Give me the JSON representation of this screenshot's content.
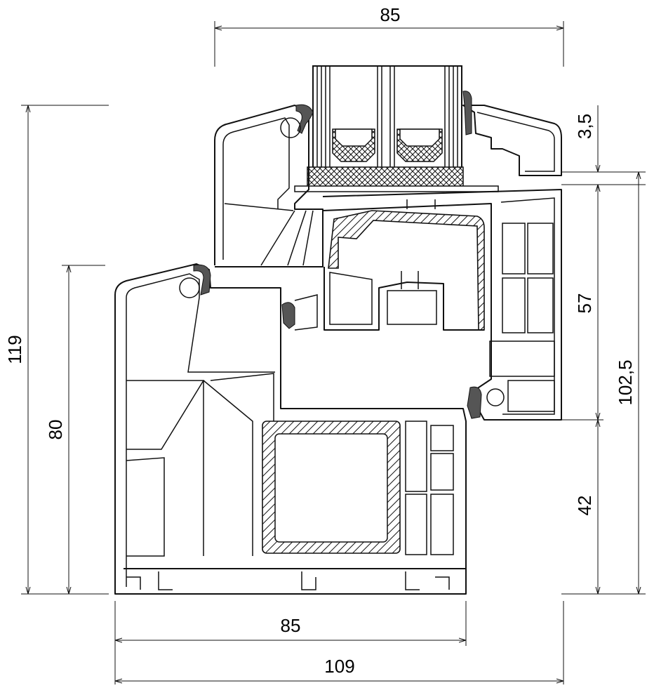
{
  "dimensions": {
    "top_width": "85",
    "bottom_inner_width": "85",
    "bottom_total_width": "109",
    "left_total_height": "119",
    "left_frame_height": "80",
    "right_top_offset": "3,5",
    "right_glass_height": "57",
    "right_sash_height": "102,5",
    "right_frame_height": "42"
  },
  "colors": {
    "line": "#111111",
    "background": "#ffffff"
  }
}
